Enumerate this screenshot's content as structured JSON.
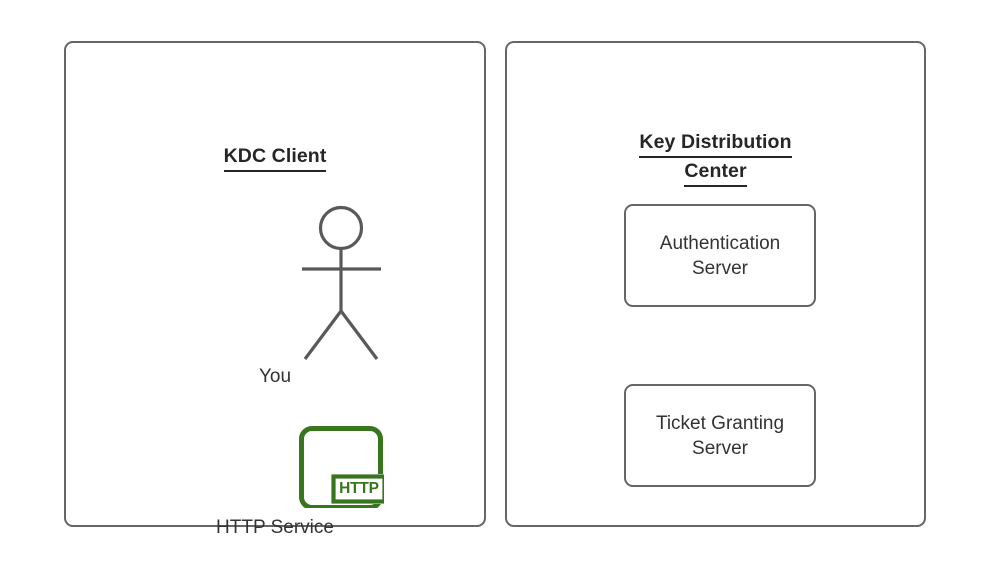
{
  "diagram": {
    "background_color": "#ffffff",
    "stroke_color": "#666666",
    "text_color": "#333333",
    "title_color": "#262626",
    "accent_green": "#38761d"
  },
  "panels": [
    {
      "id": "kdc-client",
      "title_lines": [
        "KDC Client"
      ],
      "nodes": [
        {
          "id": "you",
          "type": "actor",
          "label": "You"
        },
        {
          "id": "http-service",
          "type": "http-service-icon",
          "label": "HTTP Service",
          "badge": "HTTP"
        }
      ]
    },
    {
      "id": "kdc",
      "title_lines": [
        "Key Distribution",
        "Center"
      ],
      "nodes": [
        {
          "id": "auth-server",
          "type": "box",
          "label": "Authentication\nServer"
        },
        {
          "id": "tgs-server",
          "type": "box",
          "label": "Ticket Granting\nServer"
        }
      ]
    }
  ]
}
